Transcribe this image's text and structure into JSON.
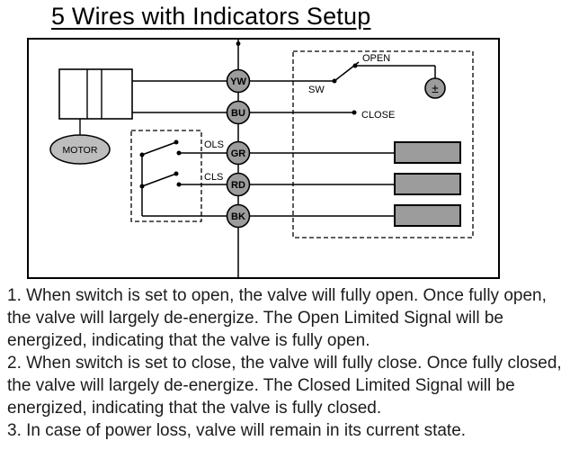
{
  "title": "5 Wires with Indicators Setup",
  "diagram": {
    "terminals": [
      "YW",
      "BU",
      "GR",
      "RD",
      "BK"
    ],
    "motor_label": "MOTOR",
    "limit_switches": {
      "ols": "OLS",
      "cls": "CLS"
    },
    "selector_switch": {
      "label": "SW",
      "open": "OPEN",
      "close": "CLOSE"
    },
    "power_symbol": "±",
    "indicator_count": 3,
    "colors": {
      "wire": "#000000",
      "component_fill": "#9c9c9c",
      "motor_fill": "#bdbdbd"
    }
  },
  "notes": [
    "1. When switch is set to open, the valve will fully open. Once fully open, the valve will largely de-energize. The Open Limited Signal will be energized, indicating that the valve is fully open.",
    "2. When switch is set to close, the valve will fully close. Once fully closed, the valve will largely de-energize. The Closed Limited Signal will be energized, indicating that the valve is fully closed.",
    "3. In case of power loss, valve will remain in its current state."
  ]
}
